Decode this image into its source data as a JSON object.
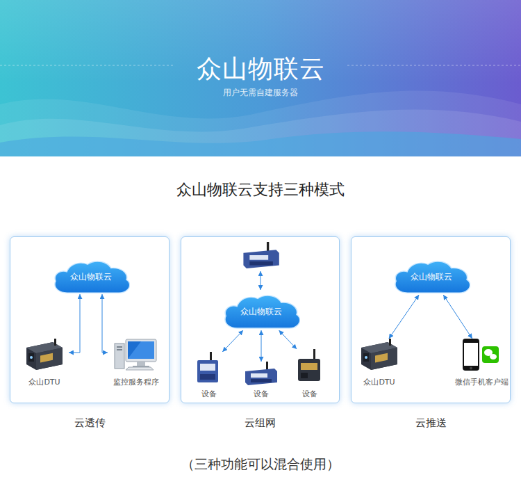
{
  "diagram": {
    "title": "众山物联云",
    "caption": "（三种功能可以混合使用）",
    "nodes": [
      {
        "text": [
          "云透传"
        ]
      },
      {
        "text": [
          "众山物联云"
        ],
        "in": 0
      },
      {
        "text": [
          "众山DTU"
        ],
        "in": 0
      },
      {
        "text": [
          "监控服务程序"
        ],
        "in": 0
      },
      {
        "text": [
          "云组网"
        ]
      },
      {
        "text": [
          "众山物联云"
        ],
        "in": 4
      },
      {
        "text": [
          "设备"
        ],
        "in": 4
      },
      {
        "text": [
          "设备"
        ],
        "in": 4
      },
      {
        "text": [
          "设备"
        ],
        "in": 4
      },
      {
        "text": [
          "云推送"
        ]
      },
      {
        "text": [
          "众山物联云"
        ],
        "in": 9
      },
      {
        "text": [
          "众山DTU"
        ],
        "in": 9
      },
      {
        "text": [
          "微信手机客户端"
        ],
        "in": 9
      }
    ],
    "edges": [
      {
        "from": 1,
        "to": 2,
        "arrow": "both"
      },
      {
        "from": 1,
        "to": 3,
        "arrow": "both"
      },
      {
        "from": 5,
        "to": 6,
        "arrow": "both"
      },
      {
        "from": 5,
        "to": 7,
        "arrow": "both"
      },
      {
        "from": 5,
        "to": 8,
        "arrow": "both"
      },
      {
        "from": 10,
        "to": 11,
        "arrow": "both"
      },
      {
        "from": 10,
        "to": 12,
        "arrow": "both"
      }
    ],
    "labels": [
      "用户无需自建服务器",
      "众山物联云支持三种模式"
    ]
  }
}
